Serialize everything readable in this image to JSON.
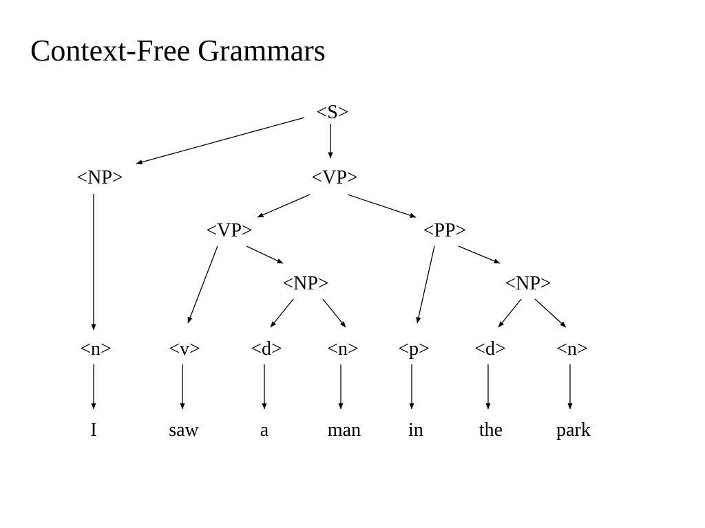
{
  "slide": {
    "title": "Context-Free Grammars"
  },
  "tree": {
    "nodes": [
      {
        "id": "S",
        "label": "<S>"
      },
      {
        "id": "NP1",
        "label": "<NP>"
      },
      {
        "id": "VP1",
        "label": "<VP>"
      },
      {
        "id": "VP2",
        "label": "<VP>"
      },
      {
        "id": "PP",
        "label": "<PP>"
      },
      {
        "id": "NP2",
        "label": "<NP>"
      },
      {
        "id": "NP3",
        "label": "<NP>"
      },
      {
        "id": "n1",
        "label": "<n>"
      },
      {
        "id": "v1",
        "label": "<v>"
      },
      {
        "id": "d1",
        "label": "<d>"
      },
      {
        "id": "n2",
        "label": "<n>"
      },
      {
        "id": "p1",
        "label": "<p>"
      },
      {
        "id": "d2",
        "label": "<d>"
      },
      {
        "id": "n3",
        "label": "<n>"
      },
      {
        "id": "w1",
        "label": "I"
      },
      {
        "id": "w2",
        "label": "saw"
      },
      {
        "id": "w3",
        "label": "a"
      },
      {
        "id": "w4",
        "label": "man"
      },
      {
        "id": "w5",
        "label": "in"
      },
      {
        "id": "w6",
        "label": "the"
      },
      {
        "id": "w7",
        "label": "park"
      }
    ],
    "edges": [
      {
        "from": "S",
        "to": "NP1"
      },
      {
        "from": "S",
        "to": "VP1"
      },
      {
        "from": "NP1",
        "to": "n1"
      },
      {
        "from": "VP1",
        "to": "VP2"
      },
      {
        "from": "VP1",
        "to": "PP"
      },
      {
        "from": "VP2",
        "to": "v1"
      },
      {
        "from": "VP2",
        "to": "NP2"
      },
      {
        "from": "PP",
        "to": "p1"
      },
      {
        "from": "PP",
        "to": "NP3"
      },
      {
        "from": "NP2",
        "to": "d1"
      },
      {
        "from": "NP2",
        "to": "n2"
      },
      {
        "from": "NP3",
        "to": "d2"
      },
      {
        "from": "NP3",
        "to": "n3"
      },
      {
        "from": "n1",
        "to": "w1"
      },
      {
        "from": "v1",
        "to": "w2"
      },
      {
        "from": "d1",
        "to": "w3"
      },
      {
        "from": "n2",
        "to": "w4"
      },
      {
        "from": "p1",
        "to": "w5"
      },
      {
        "from": "d2",
        "to": "w6"
      },
      {
        "from": "n3",
        "to": "w7"
      }
    ]
  }
}
